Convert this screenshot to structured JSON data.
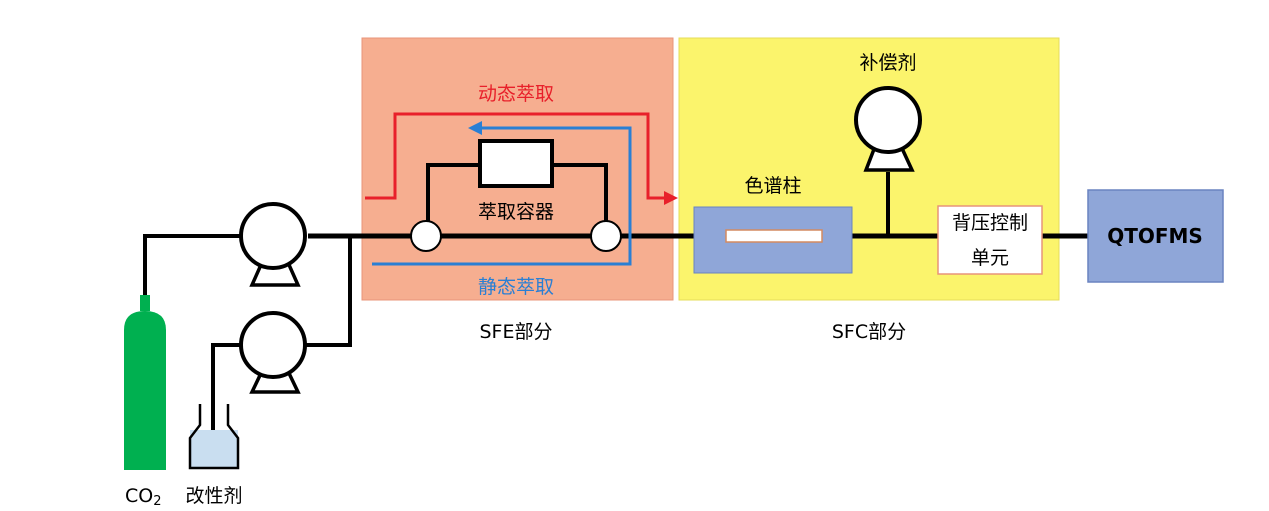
{
  "labels": {
    "dynamic_extraction": "动态萃取",
    "static_extraction": "静态萃取",
    "extraction_vessel": "萃取容器",
    "sfe_section": "SFE部分",
    "sfc_section": "SFC部分",
    "makeup_solvent": "补偿剂",
    "column": "色谱柱",
    "back_pressure_line1": "背压控制",
    "back_pressure_line2": "单元",
    "detector": "QTOFMS",
    "co2": "CO",
    "co2_sub": "2",
    "modifier": "改性剂"
  },
  "colors": {
    "sfe_region": "#f7aa8a",
    "sfc_region": "#fbf56e",
    "column_box": "#8aa2d8",
    "detector_box": "#8aa2d8",
    "cylinder": "#00b050",
    "dynamic_path": "#e8202a",
    "static_path": "#2a7fd4",
    "modifier_liquid": "#c9def0"
  }
}
